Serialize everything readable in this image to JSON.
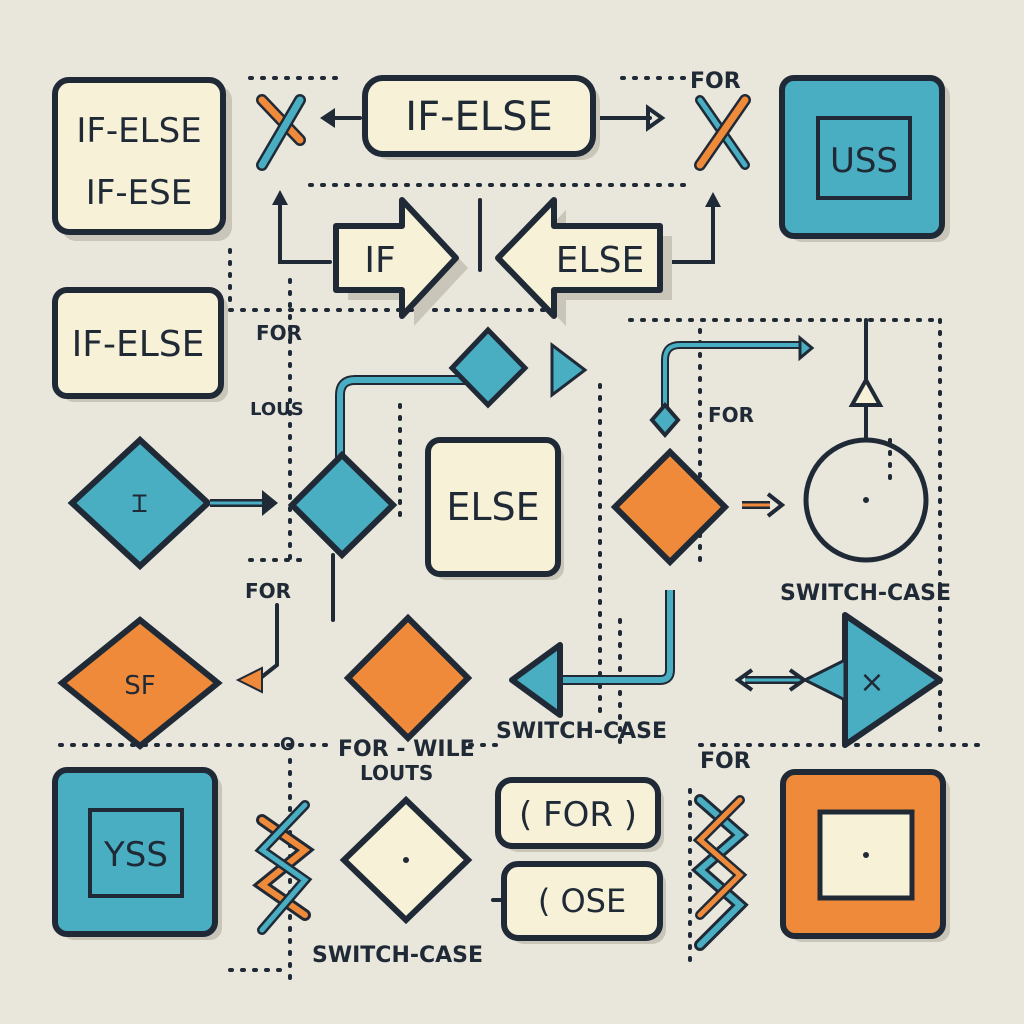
{
  "colors": {
    "background": "#e9e6dc",
    "stroke": "#1f2a36",
    "cream": "#f7f1d8",
    "teal": "#4aaec3",
    "orange": "#ef8a3a",
    "shadow": "#c9c5b8"
  },
  "boxes": {
    "if_else_stack_line1": "IF-ELSE",
    "if_else_stack_line2": "IF-ESE",
    "if_else_top": "IF-ELSE",
    "uss_box": "USS",
    "if_else_left": "IF-ELSE",
    "if_arrow": "IF",
    "else_arrow": "ELSE",
    "else_center": "ELSE",
    "teal_diamond_left": "Ꮖ",
    "orange_diamond_left": "SF",
    "yss_box": "YSS",
    "for_paren_box": "( FOR )",
    "ose_box": "( OSE"
  },
  "labels": {
    "for_top": "FOR",
    "for_mid_left": "FOR",
    "lous": "LOUS",
    "for_mid_right": "FOR",
    "switch_case_right": "SWITCH-CASE",
    "for_lower_left": "FOR",
    "for_wile": "FOR - WILE",
    "louts": "LOUTS",
    "switch_case_center": "SWITCH-CASE",
    "for_lower_right": "FOR",
    "switch_case_bottom": "SWITCH-CASE",
    "o_mark": "O",
    "triangle_x": "×"
  }
}
